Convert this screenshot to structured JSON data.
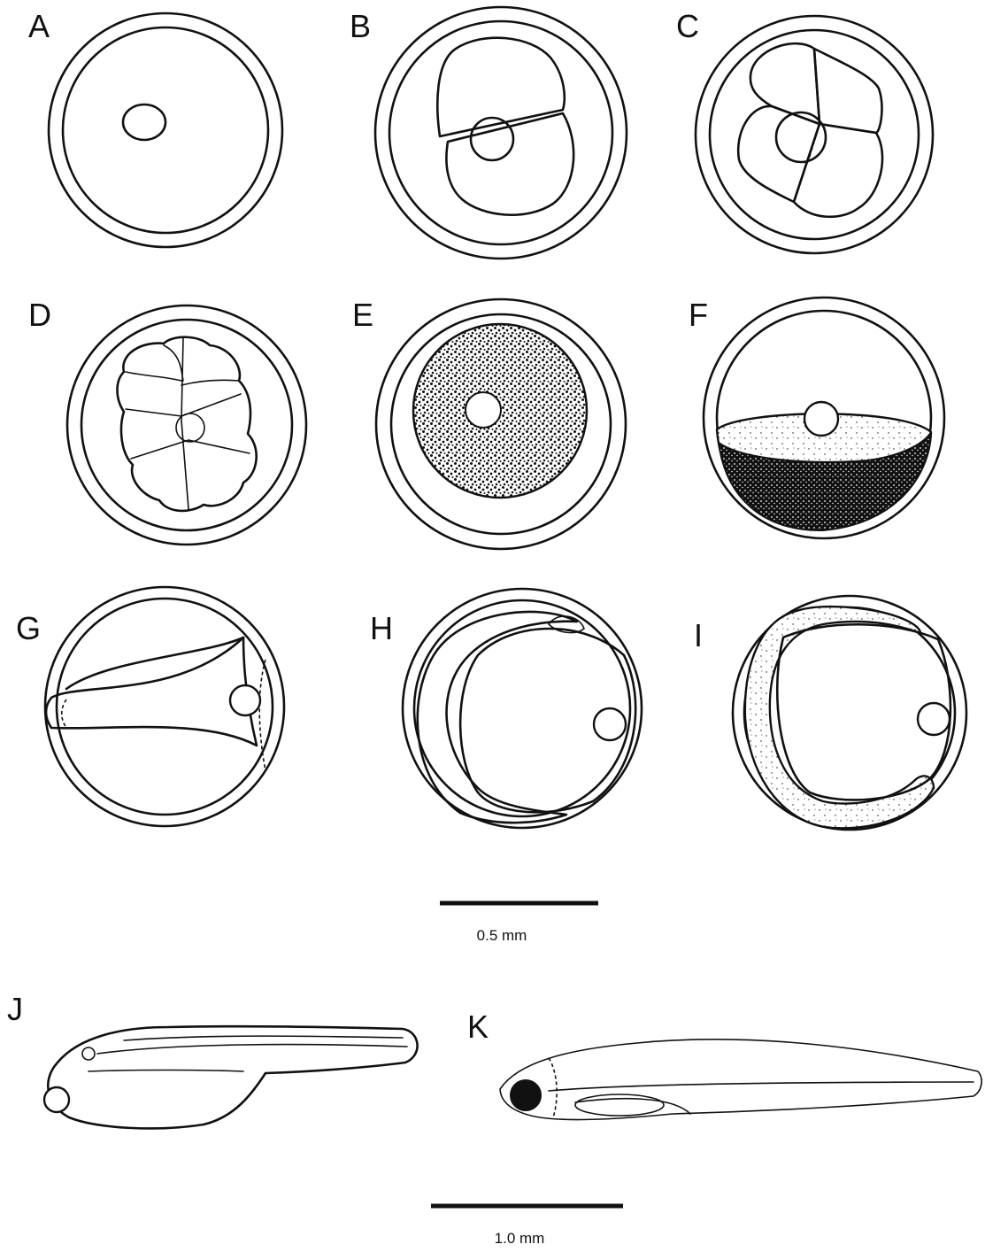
{
  "panels": [
    {
      "id": "A",
      "label": "A"
    },
    {
      "id": "B",
      "label": "B"
    },
    {
      "id": "C",
      "label": "C"
    },
    {
      "id": "D",
      "label": "D"
    },
    {
      "id": "E",
      "label": "E"
    },
    {
      "id": "F",
      "label": "F"
    },
    {
      "id": "G",
      "label": "G"
    },
    {
      "id": "H",
      "label": "H"
    },
    {
      "id": "I",
      "label": "I"
    },
    {
      "id": "J",
      "label": "J"
    },
    {
      "id": "K",
      "label": "K"
    }
  ],
  "scale_bars": [
    {
      "label": "0.5 mm"
    },
    {
      "label": "1.0 mm"
    }
  ],
  "colors": {
    "ink": "#111111",
    "background": "#ffffff"
  }
}
